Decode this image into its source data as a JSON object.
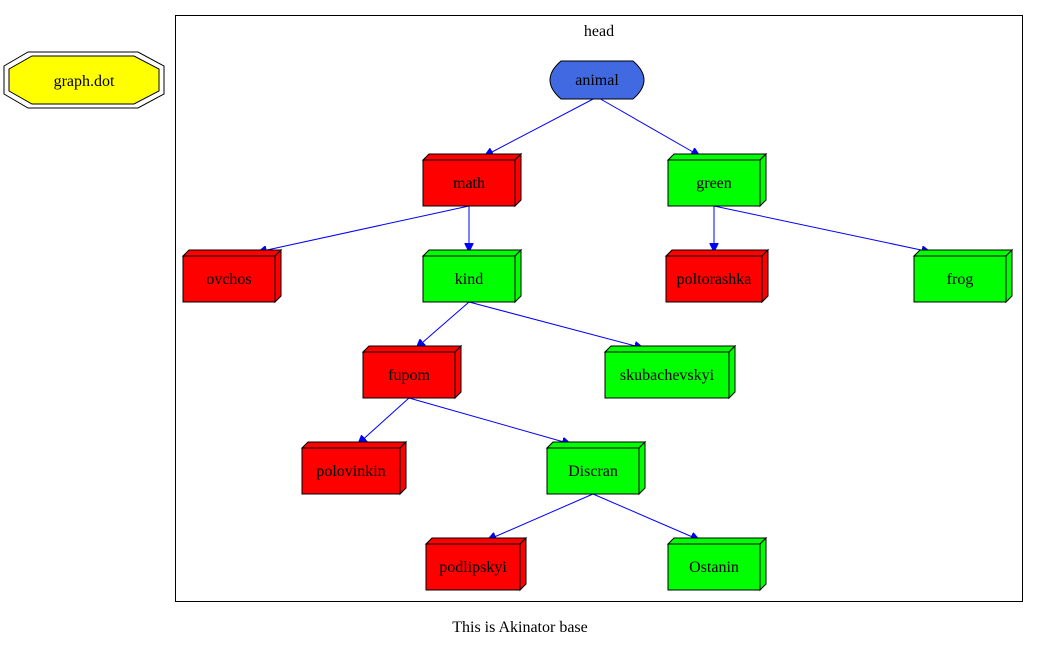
{
  "file_label": "graph.dot",
  "cluster_label": "head",
  "caption": "This is Akinator base",
  "colors": {
    "root_fill": "#4169e1",
    "yes_fill": "#00ff00",
    "no_fill": "#ff0000",
    "file_fill": "#ffff00",
    "edge": "#0000ff",
    "outline": "#000000"
  },
  "nodes": [
    {
      "id": "animal",
      "label": "animal",
      "kind": "root"
    },
    {
      "id": "math",
      "label": "math",
      "kind": "no"
    },
    {
      "id": "green",
      "label": "green",
      "kind": "yes"
    },
    {
      "id": "ovchos",
      "label": "ovchos",
      "kind": "no"
    },
    {
      "id": "kind",
      "label": "kind",
      "kind": "yes"
    },
    {
      "id": "poltorashka",
      "label": "poltorashka",
      "kind": "no"
    },
    {
      "id": "frog",
      "label": "frog",
      "kind": "yes"
    },
    {
      "id": "fupom",
      "label": "fupom",
      "kind": "no"
    },
    {
      "id": "skubachevskyi",
      "label": "skubachevskyi",
      "kind": "yes"
    },
    {
      "id": "polovinkin",
      "label": "polovinkin",
      "kind": "no"
    },
    {
      "id": "Discran",
      "label": "Discran",
      "kind": "yes"
    },
    {
      "id": "podlipskyi",
      "label": "podlipskyi",
      "kind": "no"
    },
    {
      "id": "Ostanin",
      "label": "Ostanin",
      "kind": "yes"
    }
  ],
  "edges": [
    [
      "animal",
      "math"
    ],
    [
      "animal",
      "green"
    ],
    [
      "math",
      "ovchos"
    ],
    [
      "math",
      "kind"
    ],
    [
      "green",
      "poltorashka"
    ],
    [
      "green",
      "frog"
    ],
    [
      "kind",
      "fupom"
    ],
    [
      "kind",
      "skubachevskyi"
    ],
    [
      "fupom",
      "polovinkin"
    ],
    [
      "fupom",
      "Discran"
    ],
    [
      "Discran",
      "podlipskyi"
    ],
    [
      "Discran",
      "Ostanin"
    ]
  ]
}
